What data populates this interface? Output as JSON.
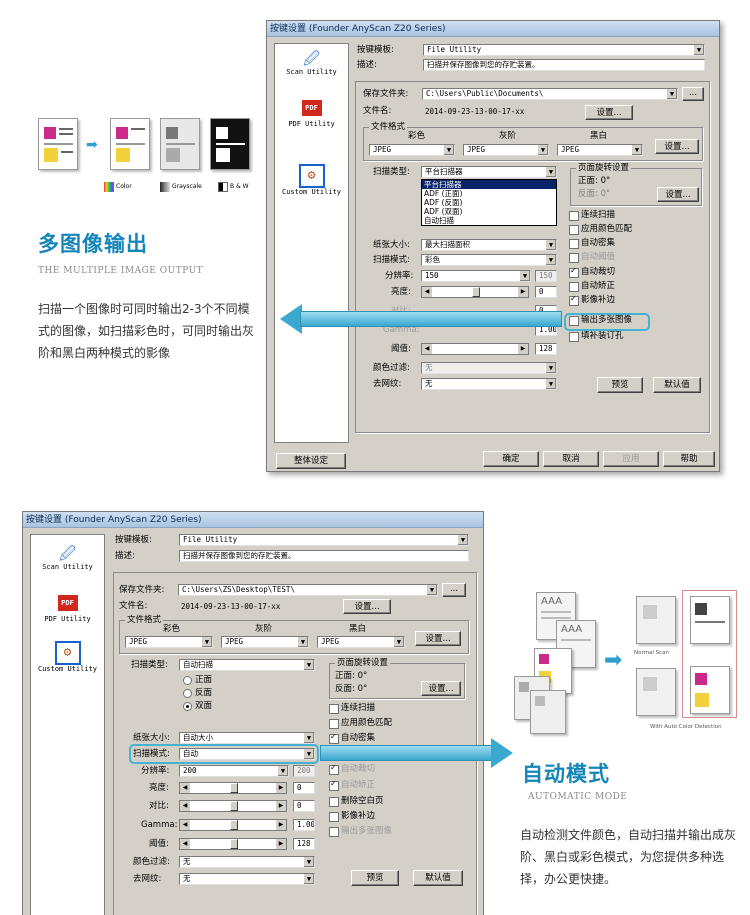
{
  "top": {
    "title": "按键设置 (Founder AnyScan Z20 Series)",
    "tools": [
      {
        "label": "Scan Utility",
        "icon": "scan-utility-icon"
      },
      {
        "label": "PDF Utility",
        "icon": "pdf-icon"
      },
      {
        "label": "Custom Utility",
        "icon": "custom-utility-icon"
      }
    ],
    "pdf_badge": "PDF",
    "labels": {
      "template": "按键模板:",
      "desc": "描述:",
      "save_folder": "保存文件夹:",
      "file_name": "文件名:",
      "file_format": "文件格式",
      "color": "彩色",
      "gray": "灰阶",
      "bw": "黑白",
      "scan_type": "扫描类型:",
      "rotation": "页面旋转设置",
      "front": "正面: 0°",
      "back": "反面: 0°",
      "paper": "纸张大小:",
      "mode": "扫描模式:",
      "resolution": "分辨率:",
      "brightness": "亮度:",
      "contrast": "对比:",
      "gamma": "Gamma:",
      "threshold": "阈值:",
      "color_filter": "颜色过滤:",
      "descreen": "去网纹:"
    },
    "values": {
      "template": "File Utility",
      "desc": "扫描并保存图像到您的存贮装置。",
      "save_folder": "C:\\Users\\Public\\Documents\\",
      "file_name": "2014-09-23-13-00-17-xx",
      "fmt_color": "JPEG",
      "fmt_gray": "JPEG",
      "fmt_bw": "JPEG",
      "scan_type": "平台扫描器",
      "paper": "最大扫描面积",
      "mode": "彩色",
      "resolution": "150",
      "res_dis": "150",
      "brightness": "0",
      "contrast": "0",
      "gamma": "1.00",
      "threshold": "128",
      "color_filter": "无",
      "descreen": "无"
    },
    "scan_type_options": [
      "平台扫描器",
      "ADF (正面)",
      "ADF (反面)",
      "ADF (双面)",
      "自动扫描"
    ],
    "checks": [
      {
        "label": "连续扫描",
        "on": false,
        "dis": false
      },
      {
        "label": "应用颜色匹配",
        "on": false,
        "dis": false
      },
      {
        "label": "自动密集",
        "on": false,
        "dis": false
      },
      {
        "label": "自动阈值",
        "on": false,
        "dis": true
      },
      {
        "label": "自动裁切",
        "on": true,
        "dis": false
      },
      {
        "label": "自动矫正",
        "on": false,
        "dis": false
      },
      {
        "label": "影像补边",
        "on": true,
        "dis": false
      },
      {
        "label": "输出多张图像",
        "on": false,
        "dis": false
      },
      {
        "label": "填补装订孔",
        "on": false,
        "dis": false
      }
    ],
    "buttons": {
      "browse": "...",
      "setup": "设置...",
      "setup2": "设置...",
      "setup3": "设置...",
      "preview": "预览",
      "default": "默认值",
      "global": "整体设定",
      "ok": "确定",
      "cancel": "取消",
      "apply": "应用",
      "help": "帮助"
    }
  },
  "bottom": {
    "title": "按键设置 (Founder AnyScan Z20 Series)",
    "tools": [
      {
        "label": "Scan Utility",
        "icon": "scan-utility-icon"
      },
      {
        "label": "PDF Utility",
        "icon": "pdf-icon"
      },
      {
        "label": "Custom Utility",
        "icon": "custom-utility-icon"
      }
    ],
    "pdf_badge": "PDF",
    "labels": {
      "template": "按键模板:",
      "desc": "描述:",
      "save_folder": "保存文件夹:",
      "file_name": "文件名:",
      "file_format": "文件格式",
      "color": "彩色",
      "gray": "灰阶",
      "bw": "黑白",
      "scan_type": "扫描类型:",
      "rotation": "页面旋转设置",
      "front": "正面: 0°",
      "back": "反面: 0°",
      "paper": "纸张大小:",
      "mode": "扫描模式:",
      "resolution": "分辨率:",
      "brightness": "亮度:",
      "contrast": "对比:",
      "gamma": "Gamma:",
      "threshold": "阈值:",
      "color_filter": "颜色过滤:",
      "descreen": "去网纹:"
    },
    "values": {
      "template": "File Utility",
      "desc": "扫描并保存图像到您的存贮装置。",
      "save_folder": "C:\\Users\\ZS\\Desktop\\TEST\\",
      "file_name": "2014-09-23-13-00-17-xx",
      "fmt_color": "JPEG",
      "fmt_gray": "JPEG",
      "fmt_bw": "JPEG",
      "scan_type": "自动扫描",
      "paper": "自动大小",
      "mode": "自动",
      "resolution": "200",
      "res_dis": "200",
      "brightness": "0",
      "contrast": "0",
      "gamma": "1.00",
      "threshold": "128",
      "color_filter": "无",
      "descreen": "无"
    },
    "radios": [
      {
        "label": "正面",
        "on": false
      },
      {
        "label": "反面",
        "on": false
      },
      {
        "label": "双面",
        "on": true
      }
    ],
    "checks": [
      {
        "label": "连续扫描",
        "on": false,
        "dis": false
      },
      {
        "label": "应用颜色匹配",
        "on": false,
        "dis": false
      },
      {
        "label": "自动密集",
        "on": true,
        "dis": false
      },
      {
        "label": "自动裁切",
        "on": true,
        "dis": true
      },
      {
        "label": "自动矫正",
        "on": true,
        "dis": true
      },
      {
        "label": "删除空白页",
        "on": false,
        "dis": false
      },
      {
        "label": "影像补边",
        "on": false,
        "dis": false
      },
      {
        "label": "输出多张图像",
        "on": false,
        "dis": true
      }
    ],
    "buttons": {
      "browse": "...",
      "setup": "设置...",
      "setup2": "设置...",
      "preview": "预览",
      "default": "默认值"
    }
  },
  "promo1": {
    "title": "多图像输出",
    "subtitle": "THE MULTIPLE IMAGE OUTPUT",
    "text": "扫描一个图像时可同时输出2-3个不同模式的图像，如扫描彩色时，可同时输出灰阶和黑白两种模式的影像",
    "legend": [
      "Color",
      "Grayscale",
      "B & W"
    ]
  },
  "promo2": {
    "title": "自动模式",
    "subtitle": "AUTOMATIC MODE",
    "text": "自动检测文件颜色，自动扫描并输出成灰阶、黑白或彩色模式，为您提供多种选择，办公更快捷。",
    "normal_scan": "Normal Scan",
    "auto_color": "With Auto Color Detection",
    "aaa": "AAA"
  },
  "colors": {
    "accent": "#1686b8",
    "highlight": "#44b3d1",
    "dialog": "#d4d0c8"
  }
}
